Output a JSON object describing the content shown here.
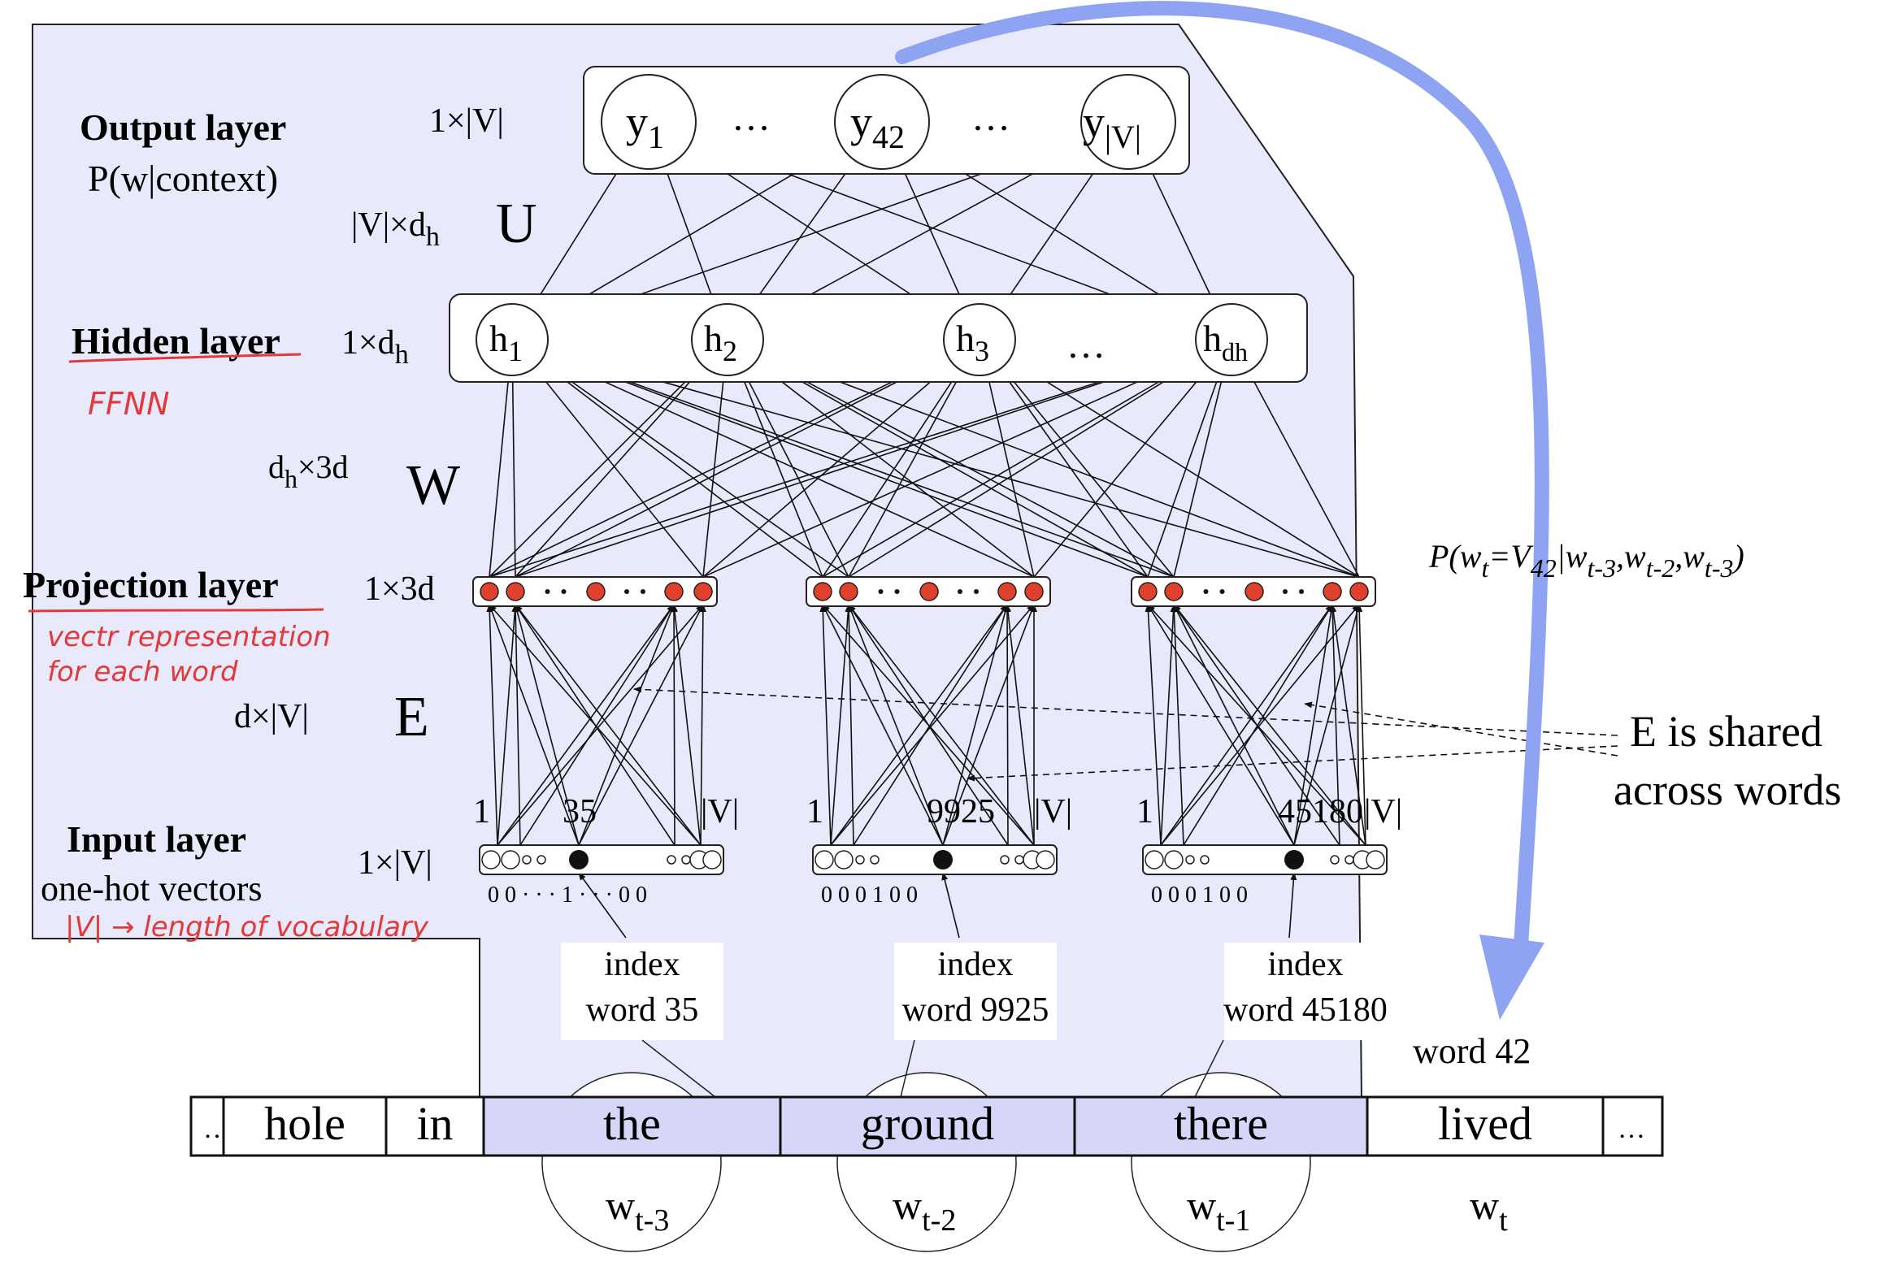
{
  "layers": {
    "output": {
      "title": "Output layer",
      "subtitle": "P(w|context)",
      "dim": "1×|V|"
    },
    "u_matrix": {
      "dim_prefix": "|V|×d",
      "dim_sub": "h",
      "name": "U"
    },
    "hidden": {
      "title": "Hidden layer",
      "dim_prefix": "1×d",
      "dim_sub": "h"
    },
    "w_matrix": {
      "dim_base": "d",
      "dim_sub": "h",
      "dim_rest": "×3d",
      "name": "W"
    },
    "projection": {
      "title": "Projection layer",
      "dim": "1×3d"
    },
    "e_matrix": {
      "dim": "d×|V|",
      "name": "E"
    },
    "input": {
      "title": "Input layer",
      "subtitle": "one-hot vectors",
      "dim": "1×|V|"
    }
  },
  "output_nodes": [
    {
      "base": "y",
      "sub": "1"
    },
    {
      "base": "y",
      "sub": "42"
    },
    {
      "base": "y",
      "sub": "|V|"
    }
  ],
  "hidden_nodes": [
    {
      "base": "h",
      "sub": "1"
    },
    {
      "base": "h",
      "sub": "2"
    },
    {
      "base": "h",
      "sub": "3"
    },
    {
      "base": "h",
      "sub": "dh"
    }
  ],
  "ellipsis": "…",
  "one_hot_groups": [
    {
      "first": "1",
      "index": "35",
      "last": "|V|",
      "bits": "0 0 · · · 1 · · ·   0 0",
      "index_label_1": "index",
      "index_label_2": "word 35"
    },
    {
      "first": "1",
      "index": "9925",
      "last": "|V|",
      "bits": "0 0        0 1       0 0",
      "index_label_1": "index",
      "index_label_2": "word 9925"
    },
    {
      "first": "1",
      "index": "45180",
      "last": "|V|",
      "bits": "0 0        0   1      0 0",
      "index_label_1": "index",
      "index_label_2": "word 45180"
    }
  ],
  "shared_note": {
    "line1": "E is shared",
    "line2": "across words"
  },
  "probability": {
    "p": "P(w",
    "t": "t",
    "eq": "=V",
    "v": "42",
    "bar": "|w",
    "t3": "t-3",
    "comma1": ",w",
    "t2": "t-2",
    "comma2": ",w",
    "t1": "t-3",
    "close": ")"
  },
  "word42": "word 42",
  "sequence": {
    "start_ellipsis": "…",
    "words": [
      "hole",
      "in",
      "the",
      "ground",
      "there",
      "lived"
    ],
    "end_ellipsis": "…"
  },
  "time_labels": [
    {
      "base": "w",
      "sub": "t-3"
    },
    {
      "base": "w",
      "sub": "t-2"
    },
    {
      "base": "w",
      "sub": "t-1"
    },
    {
      "base": "w",
      "sub": "t"
    }
  ],
  "annotations": {
    "ffnn": "FFNN",
    "vector_rep_1": "vectr representation",
    "vector_rep_2": "for each word",
    "vocab_note": "|V| → length of vocabulary"
  },
  "colors": {
    "panel": "#e8e9fb",
    "highlight": "#d6d6f8",
    "red_node": "#e0402c",
    "blue_arrow": "#8ea3f2",
    "handwriting": "#e23a3a"
  }
}
